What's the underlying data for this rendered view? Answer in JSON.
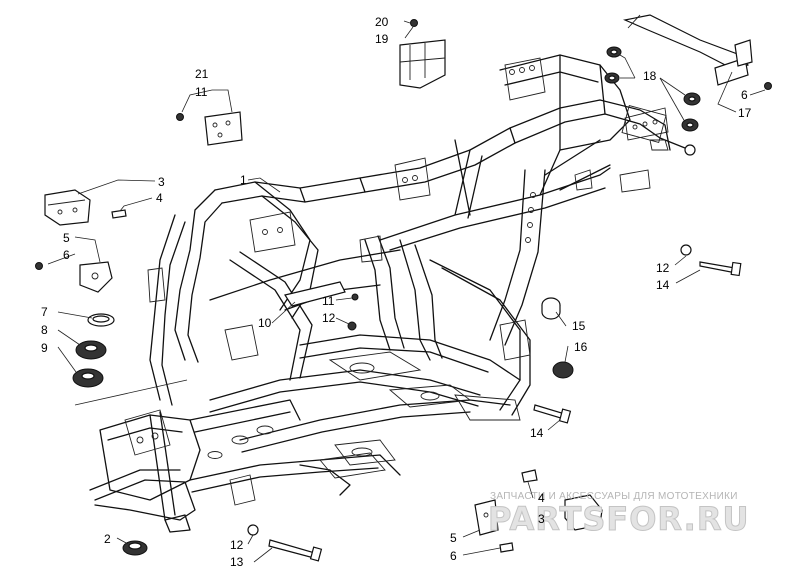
{
  "callouts": [
    {
      "id": "c20",
      "label": "20"
    },
    {
      "id": "c19",
      "label": "19"
    },
    {
      "id": "c21",
      "label": "21"
    },
    {
      "id": "c11a",
      "label": "11"
    },
    {
      "id": "c18",
      "label": "18"
    },
    {
      "id": "c6a",
      "label": "6"
    },
    {
      "id": "c17",
      "label": "17"
    },
    {
      "id": "c3a",
      "label": "3"
    },
    {
      "id": "c4a",
      "label": "4"
    },
    {
      "id": "c1",
      "label": "1"
    },
    {
      "id": "c5a",
      "label": "5"
    },
    {
      "id": "c6b",
      "label": "6"
    },
    {
      "id": "c12a",
      "label": "12"
    },
    {
      "id": "c14a",
      "label": "14"
    },
    {
      "id": "c7",
      "label": "7"
    },
    {
      "id": "c11b",
      "label": "11"
    },
    {
      "id": "c12b",
      "label": "12"
    },
    {
      "id": "c10",
      "label": "10"
    },
    {
      "id": "c8",
      "label": "8"
    },
    {
      "id": "c15",
      "label": "15"
    },
    {
      "id": "c9",
      "label": "9"
    },
    {
      "id": "c16",
      "label": "16"
    },
    {
      "id": "c14b",
      "label": "14"
    },
    {
      "id": "c4b",
      "label": "4"
    },
    {
      "id": "c5b",
      "label": "5"
    },
    {
      "id": "c3b",
      "label": "3"
    },
    {
      "id": "c2",
      "label": "2"
    },
    {
      "id": "c12c",
      "label": "12"
    },
    {
      "id": "c13",
      "label": "13"
    },
    {
      "id": "c6c",
      "label": "6"
    }
  ],
  "watermark": {
    "caption": "ЗАПЧАСТИ И АКСЕССУАРЫ ДЛЯ МОТОТЕХНИКИ",
    "logo": "PARTSFOR.RU"
  }
}
